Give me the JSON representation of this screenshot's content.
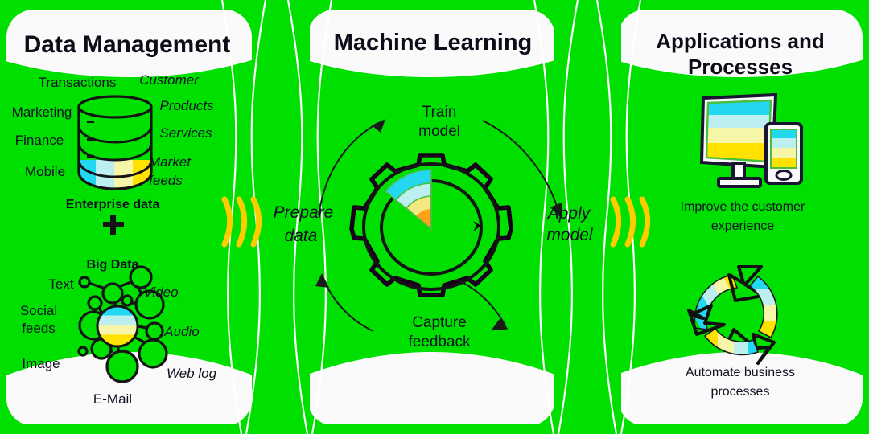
{
  "background_color": "#00e000",
  "panel_color": "#ffffff",
  "text_color": "#111122",
  "accent_colors": {
    "cyan": "#23d7f0",
    "light_cyan": "#bdeef0",
    "light_yellow": "#f6f5a8",
    "yellow": "#ffe200",
    "orange": "#ff9d18",
    "arrow_gold": "#ffcc00"
  },
  "panels": [
    {
      "id": "data-management",
      "title": "Data Management",
      "sections": [
        {
          "id": "enterprise-data",
          "caption": "Enterprise data",
          "icon": "database-cylinder-icon",
          "labels": [
            {
              "text": "Transactions",
              "style": "upright"
            },
            {
              "text": "Customer",
              "style": "italic"
            },
            {
              "text": "Marketing",
              "style": "upright"
            },
            {
              "text": "Products",
              "style": "italic"
            },
            {
              "text": "Finance",
              "style": "upright"
            },
            {
              "text": "Services",
              "style": "italic"
            },
            {
              "text": "Mobile",
              "style": "upright"
            },
            {
              "text": "Market",
              "style": "italic"
            },
            {
              "text": "feeds",
              "style": "italic"
            }
          ]
        },
        {
          "id": "big-data",
          "plus": "+",
          "caption": "Big Data",
          "icon": "node-network-icon",
          "labels": [
            {
              "text": "Text",
              "style": "upright"
            },
            {
              "text": "Video",
              "style": "italic"
            },
            {
              "text": "Social",
              "style": "upright"
            },
            {
              "text": "feeds",
              "style": "upright"
            },
            {
              "text": "Audio",
              "style": "italic"
            },
            {
              "text": "Image",
              "style": "upright"
            },
            {
              "text": "Web log",
              "style": "italic"
            },
            {
              "text": "E-Mail",
              "style": "upright"
            }
          ]
        }
      ]
    },
    {
      "id": "machine-learning",
      "title": "Machine Learning",
      "icon": "gear-with-fan-chart-icon",
      "cycle_steps": [
        {
          "id": "train-model",
          "line1": "Train",
          "line2": "model",
          "position": "top"
        },
        {
          "id": "apply-model",
          "line1": "Apply",
          "line2": "model",
          "position": "right"
        },
        {
          "id": "capture-feedback",
          "line1": "Capture",
          "line2": "feedback",
          "position": "bottom"
        },
        {
          "id": "prepare-data",
          "line1": "Prepare",
          "line2": "data",
          "position": "left"
        }
      ]
    },
    {
      "id": "applications-and-processes",
      "title_line1": "Applications and",
      "title_line2": "Processes",
      "items": [
        {
          "id": "improve-customer-experience",
          "icon": "monitor-and-tablet-icon",
          "caption_line1": "Improve the customer",
          "caption_line2": "experience"
        },
        {
          "id": "automate-business-processes",
          "icon": "recycle-arrows-icon",
          "caption_line1": "Automate business",
          "caption_line2": "processes"
        }
      ]
    }
  ],
  "connectors": [
    {
      "id": "flow-arrow-left",
      "icon": "triple-chevron-icon",
      "between": [
        "data-management",
        "machine-learning"
      ]
    },
    {
      "id": "flow-arrow-right",
      "icon": "triple-chevron-icon",
      "between": [
        "machine-learning",
        "applications-and-processes"
      ]
    }
  ]
}
